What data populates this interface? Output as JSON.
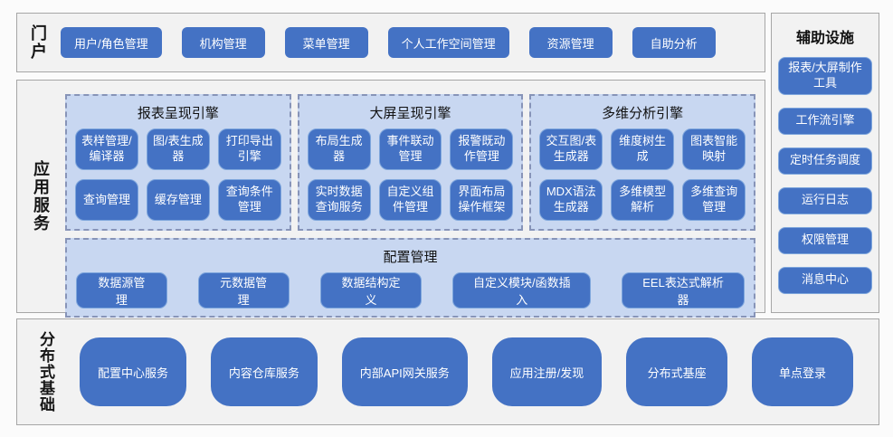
{
  "colors": {
    "node_fill": "#4472c4",
    "node_border": "#7ea6dc",
    "group_fill": "#c8d7f1",
    "group_dashed_border": "#8794b8",
    "panel_fill": "#f2f2f2",
    "panel_border": "#a6a6a6",
    "node_text": "#ffffff",
    "label_text": "#161616"
  },
  "portal": {
    "label": "门户",
    "items": [
      "用户/角色管理",
      "机构管理",
      "菜单管理",
      "个人工作空间管理",
      "资源管理",
      "自助分析"
    ]
  },
  "app_services": {
    "label": "应用服务",
    "engines": [
      {
        "title": "报表呈现引擎",
        "items": [
          "表样管理/编译器",
          "图/表生成器",
          "打印导出引擎",
          "查询管理",
          "缓存管理",
          "查询条件管理"
        ]
      },
      {
        "title": "大屏呈现引擎",
        "items": [
          "布局生成器",
          "事件联动管理",
          "报警既动作管理",
          "实时数据查询服务",
          "自定义组件管理",
          "界面布局操作框架"
        ]
      },
      {
        "title": "多维分析引擎",
        "items": [
          "交互图/表生成器",
          "维度树生成",
          "图表智能映射",
          "MDX语法生成器",
          "多维模型解析",
          "多维查询管理"
        ]
      }
    ],
    "config": {
      "title": "配置管理",
      "items": [
        "数据源管理",
        "元数据管理",
        "数据结构定义",
        "自定义模块/函数插入",
        "EEL表达式解析器"
      ]
    }
  },
  "auxiliary": {
    "label": "辅助设施",
    "items": [
      "报表/大屏制作工具",
      "工作流引擎",
      "定时任务调度",
      "运行日志",
      "权限管理",
      "消息中心"
    ]
  },
  "distributed": {
    "label": "分布式基础",
    "items": [
      "配置中心服务",
      "内容仓库服务",
      "内部API网关服务",
      "应用注册/发现",
      "分布式基座",
      "单点登录"
    ]
  }
}
